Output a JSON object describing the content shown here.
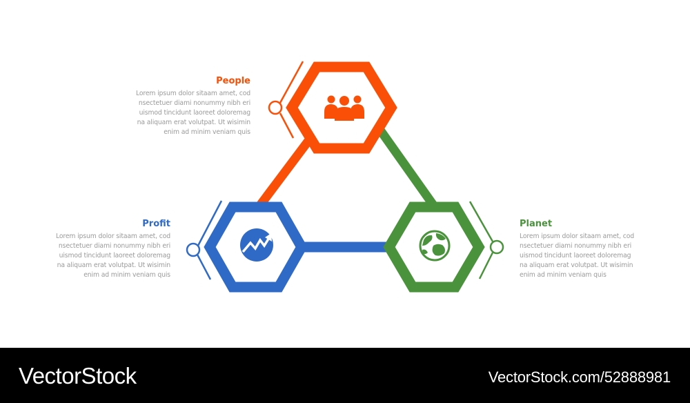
{
  "colors": {
    "people": "#fa4f07",
    "profit": "#306ac7",
    "planet": "#4a933c",
    "text_body": "#9a9a9a",
    "footer_bg": "#000000",
    "footer_text": "#ffffff"
  },
  "nodes": [
    {
      "id": "people",
      "title": "People",
      "icon": "people-group-icon",
      "text_lines": [
        "Lorem ipsum dolor sitaam amet, cod",
        "nsectetuer diami nonummy  nibh eri",
        "uismod tincidunt laoreet doloremag",
        "na aliquam erat volutpat. Ut wisimin",
        "enim ad minim veniam quis"
      ]
    },
    {
      "id": "profit",
      "title": "Profit",
      "icon": "growth-chart-icon",
      "text_lines": [
        "Lorem ipsum dolor sitaam amet, cod",
        "nsectetuer diami nonummy  nibh eri",
        "uismod tincidunt laoreet doloremag",
        "na aliquam erat volutpat. Ut wisimin",
        "enim ad minim veniam quis"
      ]
    },
    {
      "id": "planet",
      "title": "Planet",
      "icon": "globe-icon",
      "text_lines": [
        "Lorem ipsum dolor sitaam amet, cod",
        "nsectetuer diami nonummy  nibh eri",
        "uismod tincidunt laoreet doloremag",
        "na aliquam erat volutpat. Ut wisimin",
        "enim ad minim veniam quis"
      ]
    }
  ],
  "footer": {
    "brand": "VectorStock",
    "reference": "VectorStock.com/52888981"
  }
}
